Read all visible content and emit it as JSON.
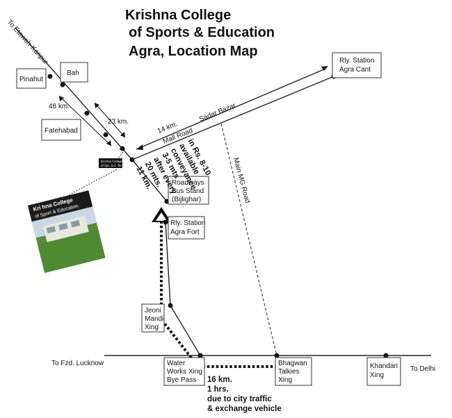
{
  "title": {
    "line1": "Krishna College",
    "line2": "of Sports & Education",
    "line3": "Agra, Location Map"
  },
  "places": {
    "pinahut": "Pinahut",
    "bah": "Bah",
    "fatehabad": "Fatehabad",
    "rly_agra_cant": [
      "Rly. Station",
      "Agra Cant"
    ],
    "roadways": [
      "Roadways",
      "Bus Stand",
      "(Bijlighar)"
    ],
    "rly_agra_fort": [
      "Rly. Station",
      "Agra Fort"
    ],
    "jeoni_mandi": [
      "Jeoni",
      "Mandi",
      "Xing"
    ],
    "water_works": [
      "Water",
      "Works Xing",
      "Bye Pass"
    ],
    "bhagwan_talkies": [
      "Bhagwan",
      "Talkies",
      "Xing"
    ],
    "khandari": [
      "Khandari",
      "Xing"
    ]
  },
  "road_labels": {
    "etawah_kanpur": "To Etawah-Kanpur",
    "fzd_lucknow": "To Fzd. Lucknow",
    "delhi": "To Delhi",
    "sadar_bazar": "Sadar Bazar",
    "mall_road": "Mall Road",
    "main_mg_road": "Main MG Road"
  },
  "distances": {
    "d48": "48 km.",
    "d23": "23 km.",
    "d14": "14 km."
  },
  "college_marker": [
    "Krishna College",
    "of Sps. & E. Tech."
  ],
  "college_photo_caption": [
    "Kri hna  College",
    "of Sport & Education"
  ],
  "rotated_note": [
    "11 km.",
    "20 mts.",
    "after every",
    "3-5 mts",
    "conveyance",
    "available",
    "in Rs. 8-10"
  ],
  "route_note": [
    "16 km.",
    "1 hrs.",
    "due to city traffic",
    "& exchange vehicle"
  ]
}
